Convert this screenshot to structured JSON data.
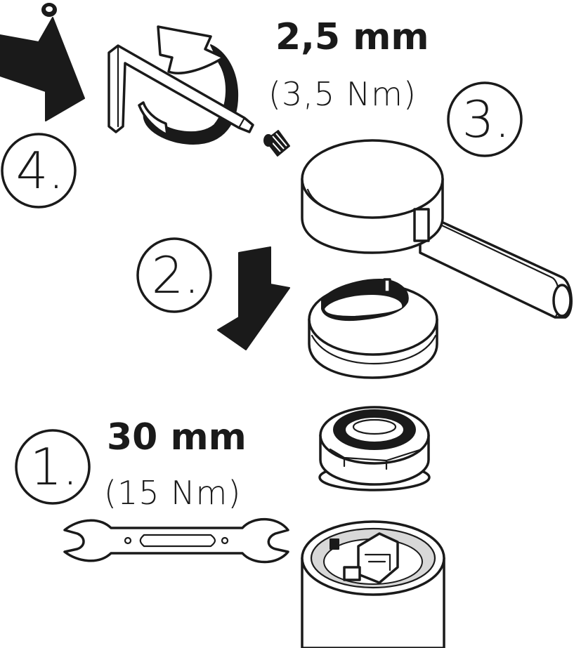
{
  "steps": [
    {
      "number": "1.",
      "spec_main": "30 mm",
      "spec_torque": "(15 Nm)"
    },
    {
      "number": "2."
    },
    {
      "number": "3.",
      "spec_main": "2,5 mm",
      "spec_torque": "(3,5 Nm)"
    },
    {
      "number": "4."
    }
  ],
  "colors": {
    "line": "#1a1a1a",
    "fill": "#ffffff",
    "shade": "#d8d8d8"
  },
  "icons": [
    "arrow-right-icon",
    "arrow-down-icon",
    "rotate-clockwise-icon"
  ]
}
